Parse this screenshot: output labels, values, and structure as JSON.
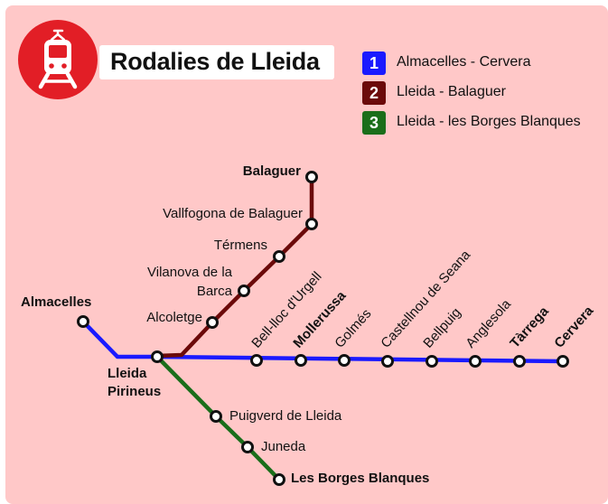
{
  "title": "Rodalies de Lleida",
  "colors": {
    "background": "#ffc8c8",
    "brand_red": "#e21e26",
    "line_1": "#1a1aff",
    "line_2": "#6b0a0a",
    "line_3": "#1a6e1a"
  },
  "icons": {
    "logo": "train-icon"
  },
  "legend": [
    {
      "number": "1",
      "label": "Almacelles - Cervera",
      "color": "#1a1aff"
    },
    {
      "number": "2",
      "label": "Lleida - Balaguer",
      "color": "#6b0a0a"
    },
    {
      "number": "3",
      "label": "Lleida - les Borges Blanques",
      "color": "#1a6e1a"
    }
  ],
  "stations": {
    "balaguer": {
      "name": "Balaguer",
      "bold": true
    },
    "vallfogona": {
      "name": "Vallfogona de Balaguer",
      "bold": false
    },
    "termens": {
      "name": "Térmens",
      "bold": false
    },
    "vilanova_1": {
      "name": "Vilanova de la",
      "bold": false
    },
    "vilanova_2": {
      "name": "Barca",
      "bold": false
    },
    "alcoletge": {
      "name": "Alcoletge",
      "bold": false
    },
    "almacelles": {
      "name": "Almacelles",
      "bold": true
    },
    "lleida_1": {
      "name": "Lleida",
      "bold": true
    },
    "lleida_2": {
      "name": "Pirineus",
      "bold": true
    },
    "bellloc": {
      "name": "Bell-lloc d'Urgell",
      "bold": false
    },
    "mollerussa": {
      "name": "Mollerussa",
      "bold": true
    },
    "golmes": {
      "name": "Golmés",
      "bold": false
    },
    "castellnou": {
      "name": "Castellnou de Seana",
      "bold": false
    },
    "bellpuig": {
      "name": "Bellpuig",
      "bold": false
    },
    "anglesola": {
      "name": "Anglesola",
      "bold": false
    },
    "tarrega": {
      "name": "Tàrrega",
      "bold": true
    },
    "cervera": {
      "name": "Cervera",
      "bold": true
    },
    "puigverd": {
      "name": "Puigverd de Lleida",
      "bold": false
    },
    "juneda": {
      "name": "Juneda",
      "bold": false
    },
    "borges": {
      "name": "Les Borges Blanques",
      "bold": true
    }
  }
}
